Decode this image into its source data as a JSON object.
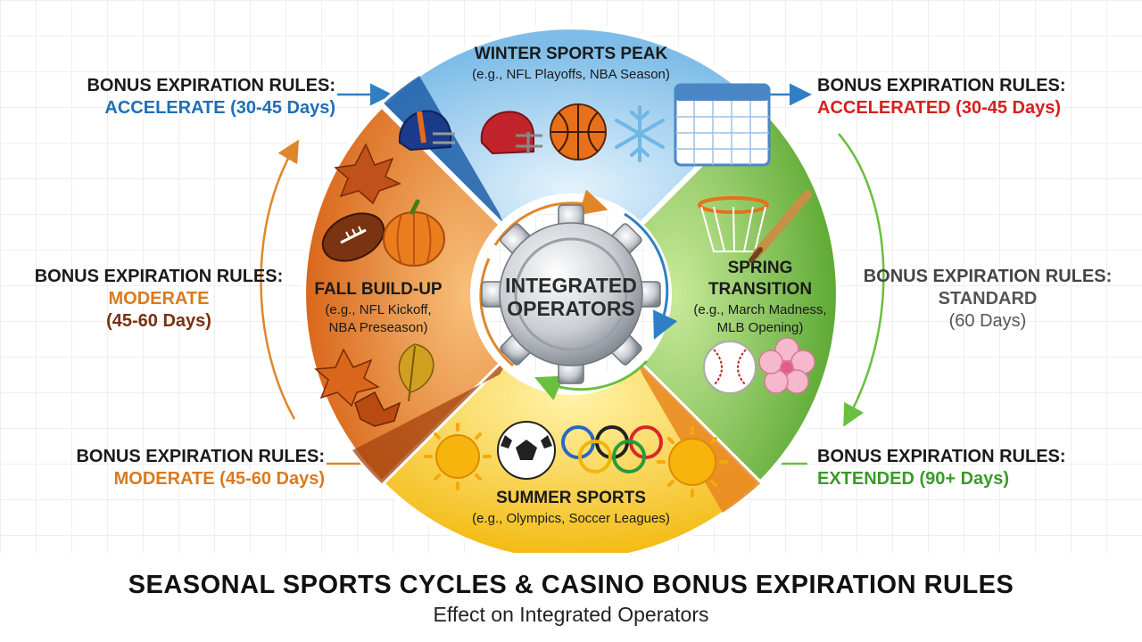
{
  "title": "SEASONAL SPORTS CYCLES & CASINO BONUS EXPIRATION RULES",
  "subtitle": "Effect on Integrated Operators",
  "hub": {
    "line1": "INTEGRATED",
    "line2": "OPERATORS"
  },
  "seasons": {
    "winter": {
      "name": "WINTER SPORTS PEAK",
      "examples": "(e.g., NFL Playoffs, NBA Season)"
    },
    "spring": {
      "name1": "SPRING",
      "name2": "TRANSITION",
      "ex1": "(e.g., March Madness,",
      "ex2": "MLB Opening)"
    },
    "summer": {
      "name": "SUMMER SPORTS",
      "examples": "(e.g., Olympics, Soccer Leagues)"
    },
    "fall": {
      "name": "FALL BUILD-UP",
      "ex1": "(e.g., NFL Kickoff,",
      "ex2": "NBA Preseason)"
    }
  },
  "rules": {
    "top_left": {
      "label": "BONUS EXPIRATION RULES:",
      "value": "ACCELERATE  (30-45 Days)",
      "color": "#1f6fb8"
    },
    "top_right": {
      "label": "BONUS EXPIRATION RULES:",
      "value": "ACCELERATED (30-45 Days)",
      "color": "#d42020"
    },
    "mid_left": {
      "label": "BONUS EXPIRATION RULES:",
      "value1": "MODERATE",
      "value2": "(45-60 Days)",
      "color1": "#d97a1e",
      "color2": "#7a3010"
    },
    "mid_right": {
      "label": "BONUS EXPIRATION RULES:",
      "value1": "STANDARD",
      "value2": "(60 Days)",
      "color": "#555555"
    },
    "bottom_left": {
      "label": "BONUS EXPIRATION RULES:",
      "value": "MODERATE (45-60 Days)",
      "color": "#d97a1e"
    },
    "bottom_right": {
      "label": "BONUS EXPIRATION RULES:",
      "value": "EXTENDED (90+ Days)",
      "color": "#3a9a2a"
    }
  },
  "colors": {
    "winter": "#9fd0f0",
    "spring": "#7cc24a",
    "summer": "#f5c518",
    "fall": "#e8862a"
  },
  "icons": [
    "helmet-icon",
    "football-helmet-icon",
    "basketball-icon",
    "snowflake-icon",
    "calendar-icon",
    "basketball-hoop-icon",
    "baseball-bat-icon",
    "baseball-icon",
    "cherry-blossom-icon",
    "sun-icon",
    "soccer-ball-icon",
    "olympic-rings-icon",
    "american-football-icon",
    "pumpkin-icon",
    "autumn-leaf-icon",
    "gear-icon"
  ]
}
